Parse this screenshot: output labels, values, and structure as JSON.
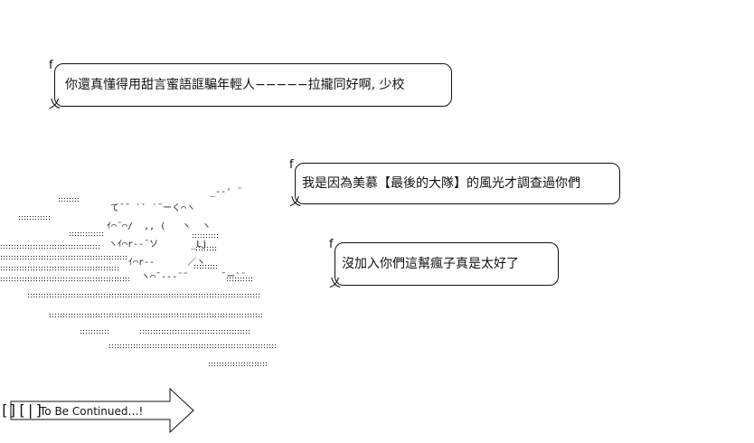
{
  "bubbles": [
    {
      "id": "bubble1",
      "prefix": "f",
      "suffix": "乂",
      "text": "你還真懂得用甜言蜜語誆騙年輕人−−−−−拉攏同好啊, 少校"
    },
    {
      "id": "bubble2",
      "prefix": "f",
      "suffix": "乂",
      "text": "我是因為美慕【最後的大隊】的風光才調查過你們"
    },
    {
      "id": "bubble3",
      "prefix": "f",
      "suffix": "乂",
      "text": "沒加入你們這幫瘋子真是太好了"
    }
  ],
  "art": {
    "line1": "_-‐' ¨",
    "line2": "て¯¯ ˋ` ˋ¯ーく⌒ヽ",
    "line3": "ｲ⌒¨⌒/  ,, (   ヽ  ヽ",
    "line4": "ヽｲ⌒r‐‐¯ソ      _Lj",
    "line5": "ｲ⌒r‐‐      ／ヽ",
    "line6": "ヽ⌒¯‐‐‐¨˜      ¯ー`¨"
  },
  "footer": {
    "bracket": "[][|]",
    "arrow_label": "To Be Continued…!"
  }
}
